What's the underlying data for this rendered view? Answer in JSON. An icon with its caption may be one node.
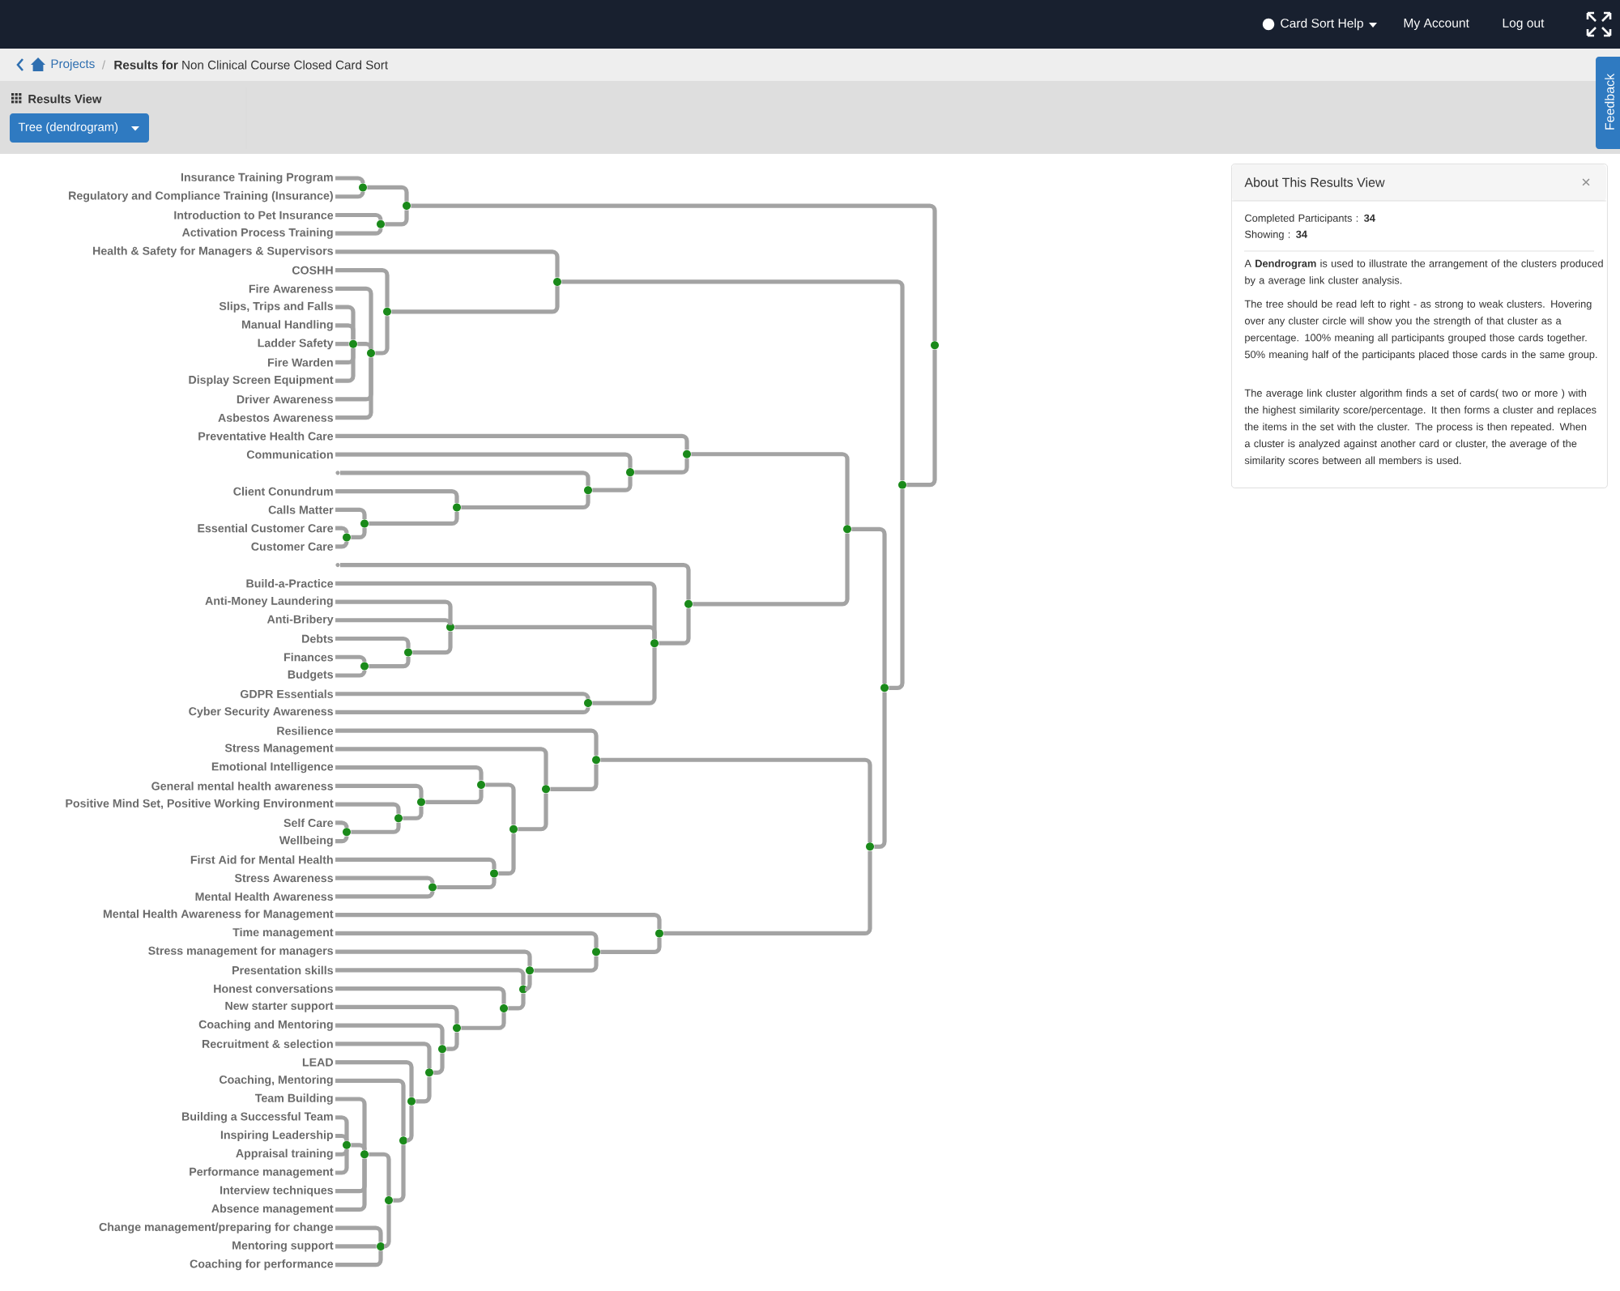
{
  "diagram": {
    "nodes": [
      {
        "text": [
          "Insurance Training Program"
        ]
      },
      {
        "text": [
          "Regulatory and Compliance Training (Insurance)"
        ]
      },
      {
        "text": [
          "Introduction to Pet Insurance"
        ]
      },
      {
        "text": [
          "Activation Process Training"
        ]
      },
      {
        "text": [
          "Health & Safety for Managers & Supervisors"
        ]
      },
      {
        "text": [
          "COSHH"
        ]
      },
      {
        "text": [
          "Fire Awareness"
        ]
      },
      {
        "text": [
          "Slips, Trips and Falls"
        ]
      },
      {
        "text": [
          "Manual Handling"
        ]
      },
      {
        "text": [
          "Ladder Safety"
        ]
      },
      {
        "text": [
          "Fire Warden"
        ]
      },
      {
        "text": [
          "Display Screen Equipment"
        ]
      },
      {
        "text": [
          "Driver Awareness"
        ]
      },
      {
        "text": [
          "Asbestos Awareness"
        ]
      },
      {
        "text": [
          "Preventative Health Care"
        ]
      },
      {
        "text": [
          "Communication"
        ]
      },
      {
        "text": [],
        "shape": "point"
      },
      {
        "text": [
          "Client Conundrum"
        ]
      },
      {
        "text": [
          "Calls Matter"
        ]
      },
      {
        "text": [
          "Essential Customer Care"
        ]
      },
      {
        "text": [
          "Customer Care"
        ]
      },
      {
        "text": [],
        "shape": "point"
      },
      {
        "text": [
          "Build-a-Practice"
        ]
      },
      {
        "text": [
          "Anti-Money Laundering"
        ]
      },
      {
        "text": [
          "Anti-Bribery"
        ]
      },
      {
        "text": [
          "Debts"
        ]
      },
      {
        "text": [
          "Finances"
        ]
      },
      {
        "text": [
          "Budgets"
        ]
      },
      {
        "text": [
          "GDPR Essentials"
        ]
      },
      {
        "text": [
          "Cyber Security Awareness"
        ]
      },
      {
        "text": [
          "Resilience"
        ]
      },
      {
        "text": [
          "Stress Management"
        ]
      },
      {
        "text": [
          "Emotional Intelligence"
        ]
      },
      {
        "text": [
          "General mental health awareness"
        ]
      },
      {
        "text": [
          "Positive Mind Set, Positive Working Environment"
        ]
      },
      {
        "text": [
          "Self Care"
        ]
      },
      {
        "text": [
          "Wellbeing"
        ]
      },
      {
        "text": [
          "First Aid for Mental Health"
        ]
      },
      {
        "text": [
          "Stress Awareness"
        ]
      },
      {
        "text": [
          "Mental Health Awareness"
        ]
      },
      {
        "text": [
          "Mental Health Awareness for Management"
        ]
      },
      {
        "text": [
          "Time management"
        ]
      },
      {
        "text": [
          "Stress management for managers"
        ]
      },
      {
        "text": [
          "Presentation skills"
        ]
      },
      {
        "text": [
          "Honest conversations"
        ]
      },
      {
        "text": [
          "New starter support"
        ]
      },
      {
        "text": [
          "Coaching and Mentoring"
        ]
      },
      {
        "text": [
          "Recruitment & selection"
        ]
      },
      {
        "text": [
          "LEAD"
        ]
      },
      {
        "text": [
          "Coaching, Mentoring"
        ]
      },
      {
        "text": [
          "Team Building"
        ]
      },
      {
        "text": [
          "Building a Successful Team"
        ]
      },
      {
        "text": [
          "Inspiring Leadership"
        ]
      },
      {
        "text": [
          "Appraisal training"
        ]
      },
      {
        "text": [
          "Performance management"
        ]
      },
      {
        "text": [
          "Interview techniques"
        ]
      },
      {
        "text": [
          "Absence management"
        ]
      },
      {
        "text": [
          "Change management/preparing for change"
        ]
      },
      {
        "text": [
          "Mentoring support"
        ]
      },
      {
        "text": [
          "Coaching for performance"
        ]
      },
      {
        "text": [],
        "shape": "circle"
      },
      {
        "text": [],
        "shape": "circle"
      },
      {
        "text": [],
        "shape": "circle"
      },
      {
        "text": [],
        "shape": "circle"
      },
      {
        "text": [],
        "shape": "circle"
      },
      {
        "text": [],
        "shape": "circle"
      },
      {
        "text": [],
        "shape": "circle"
      },
      {
        "text": [],
        "shape": "circle"
      },
      {
        "text": [],
        "shape": "circle"
      },
      {
        "text": [],
        "shape": "circle"
      },
      {
        "text": [],
        "shape": "circle"
      },
      {
        "text": [],
        "shape": "circle"
      },
      {
        "text": [],
        "shape": "circle"
      },
      {
        "text": [],
        "shape": "circle"
      },
      {
        "text": [],
        "shape": "circle"
      },
      {
        "text": [],
        "shape": "circle"
      },
      {
        "text": [],
        "shape": "circle"
      },
      {
        "text": [],
        "shape": "circle"
      },
      {
        "text": [],
        "shape": "circle"
      },
      {
        "text": [],
        "shape": "circle"
      },
      {
        "text": [],
        "shape": "circle"
      },
      {
        "text": [],
        "shape": "circle"
      },
      {
        "text": [],
        "shape": "circle"
      },
      {
        "text": [],
        "shape": "circle"
      },
      {
        "text": [],
        "shape": "circle"
      },
      {
        "text": [],
        "shape": "circle"
      },
      {
        "text": [],
        "shape": "circle"
      },
      {
        "text": [],
        "shape": "circle"
      },
      {
        "text": [],
        "shape": "circle"
      },
      {
        "text": [],
        "shape": "circle"
      },
      {
        "text": [],
        "shape": "circle"
      },
      {
        "text": [],
        "shape": "circle"
      },
      {
        "text": [],
        "shape": "circle"
      },
      {
        "text": [],
        "shape": "circle"
      },
      {
        "text": [],
        "shape": "circle"
      },
      {
        "text": [],
        "shape": "circle"
      },
      {
        "text": [],
        "shape": "circle"
      },
      {
        "text": [],
        "shape": "circle"
      },
      {
        "text": [],
        "shape": "circle"
      },
      {
        "text": [],
        "shape": "circle"
      },
      {
        "text": [],
        "shape": "circle"
      },
      {
        "text": [],
        "shape": "circle"
      },
      {
        "text": [],
        "shape": "circle"
      },
      {
        "text": [],
        "shape": "circle"
      },
      {
        "text": [],
        "shape": "circle"
      },
      {
        "text": [],
        "shape": "circle"
      },
      {
        "text": [],
        "shape": "circle"
      },
      {
        "text": [
          "About This Results View",
          "Completed Participants : **34**",
          "Showing : **34**",
          "A **Dendrogram** is used to illustrate the arrangement of the clusters produced by a average link cluster analysis.",
          "The tree should be read left to right - as strong to weak clusters. Hovering over any cluster circle will show you the strength of that cluster as a percentage. 100% meaning all participants grouped those cards together. 50% meaning half of the participants placed those cards in the same group.",
          "The average link cluster algorithm finds a set of cards( two or more ) with the highest similarity score/percentage. It then forms a cluster and replaces the items in the set with the cluster. The process is then repeated. When a cluster is analyzed against another card or cluster, the average of the similarity scores between all members is used."
        ]
      }
    ],
    "edges": [
      {
        "from": 0,
        "to": 60,
        "arrow": "none"
      },
      {
        "from": 1,
        "to": 60,
        "arrow": "none"
      },
      {
        "from": 2,
        "to": 62,
        "arrow": "none"
      },
      {
        "from": 3,
        "to": 62,
        "arrow": "none"
      },
      {
        "from": 60,
        "to": 61,
        "arrow": "none"
      },
      {
        "from": 62,
        "to": 61,
        "arrow": "none"
      },
      {
        "from": 7,
        "to": 65,
        "arrow": "none"
      },
      {
        "from": 8,
        "to": 65,
        "arrow": "none"
      },
      {
        "from": 9,
        "to": 65,
        "arrow": "none"
      },
      {
        "from": 10,
        "to": 65,
        "arrow": "none"
      },
      {
        "from": 11,
        "to": 65,
        "arrow": "none"
      },
      {
        "from": 6,
        "to": 67,
        "arrow": "none"
      },
      {
        "from": 65,
        "to": 67,
        "arrow": "none"
      },
      {
        "from": 12,
        "to": 67,
        "arrow": "none"
      },
      {
        "from": 13,
        "to": 67,
        "arrow": "none"
      },
      {
        "from": 5,
        "to": 64,
        "arrow": "none"
      },
      {
        "from": 67,
        "to": 64,
        "arrow": "none"
      },
      {
        "from": 4,
        "to": 63,
        "arrow": "none"
      },
      {
        "from": 64,
        "to": 63,
        "arrow": "none"
      },
      {
        "from": 61,
        "to": 66,
        "arrow": "none"
      },
      {
        "from": 70,
        "to": 66,
        "arrow": "none"
      },
      {
        "from": 63,
        "to": 70,
        "arrow": "none"
      },
      {
        "from": 81,
        "to": 70,
        "arrow": "none"
      },
      {
        "from": 74,
        "to": 81,
        "arrow": "none"
      },
      {
        "from": 90,
        "to": 81,
        "arrow": "none"
      },
      {
        "from": 68,
        "to": 74,
        "arrow": "none"
      },
      {
        "from": 76,
        "to": 74,
        "arrow": "none"
      },
      {
        "from": 83,
        "to": 90,
        "arrow": "none"
      },
      {
        "from": 93,
        "to": 90,
        "arrow": "none"
      },
      {
        "from": 14,
        "to": 68,
        "arrow": "none"
      },
      {
        "from": 69,
        "to": 68,
        "arrow": "none"
      },
      {
        "from": 15,
        "to": 69,
        "arrow": "none"
      },
      {
        "from": 71,
        "to": 69,
        "arrow": "none"
      },
      {
        "from": 16,
        "to": 71,
        "arrow": "none"
      },
      {
        "from": 72,
        "to": 71,
        "arrow": "none"
      },
      {
        "from": 17,
        "to": 72,
        "arrow": "none"
      },
      {
        "from": 73,
        "to": 72,
        "arrow": "none"
      },
      {
        "from": 18,
        "to": 73,
        "arrow": "none"
      },
      {
        "from": 75,
        "to": 73,
        "arrow": "none"
      },
      {
        "from": 19,
        "to": 75,
        "arrow": "none"
      },
      {
        "from": 20,
        "to": 75,
        "arrow": "none"
      },
      {
        "from": 21,
        "to": 76,
        "arrow": "none"
      },
      {
        "from": 78,
        "to": 76,
        "arrow": "none"
      },
      {
        "from": 22,
        "to": 78,
        "arrow": "none"
      },
      {
        "from": 77,
        "to": 78,
        "arrow": "none"
      },
      {
        "from": 82,
        "to": 78,
        "arrow": "none"
      },
      {
        "from": 23,
        "to": 77,
        "arrow": "none"
      },
      {
        "from": 24,
        "to": 77,
        "arrow": "none"
      },
      {
        "from": 79,
        "to": 77,
        "arrow": "none"
      },
      {
        "from": 25,
        "to": 79,
        "arrow": "none"
      },
      {
        "from": 80,
        "to": 79,
        "arrow": "none"
      },
      {
        "from": 26,
        "to": 80,
        "arrow": "none"
      },
      {
        "from": 27,
        "to": 80,
        "arrow": "none"
      },
      {
        "from": 28,
        "to": 82,
        "arrow": "none"
      },
      {
        "from": 29,
        "to": 82,
        "arrow": "none"
      },
      {
        "from": 30,
        "to": 83,
        "arrow": "none"
      },
      {
        "from": 85,
        "to": 83,
        "arrow": "none"
      },
      {
        "from": 31,
        "to": 85,
        "arrow": "none"
      },
      {
        "from": 88,
        "to": 85,
        "arrow": "none"
      },
      {
        "from": 84,
        "to": 88,
        "arrow": "none"
      },
      {
        "from": 91,
        "to": 88,
        "arrow": "none"
      },
      {
        "from": 32,
        "to": 84,
        "arrow": "none"
      },
      {
        "from": 86,
        "to": 84,
        "arrow": "none"
      },
      {
        "from": 33,
        "to": 86,
        "arrow": "none"
      },
      {
        "from": 87,
        "to": 86,
        "arrow": "none"
      },
      {
        "from": 34,
        "to": 87,
        "arrow": "none"
      },
      {
        "from": 89,
        "to": 87,
        "arrow": "none"
      },
      {
        "from": 35,
        "to": 89,
        "arrow": "none"
      },
      {
        "from": 36,
        "to": 89,
        "arrow": "none"
      },
      {
        "from": 37,
        "to": 91,
        "arrow": "none"
      },
      {
        "from": 92,
        "to": 91,
        "arrow": "none"
      },
      {
        "from": 38,
        "to": 92,
        "arrow": "none"
      },
      {
        "from": 39,
        "to": 92,
        "arrow": "none"
      },
      {
        "from": 40,
        "to": 93,
        "arrow": "none"
      },
      {
        "from": 94,
        "to": 93,
        "arrow": "none"
      },
      {
        "from": 41,
        "to": 94,
        "arrow": "none"
      },
      {
        "from": 95,
        "to": 94,
        "arrow": "none"
      },
      {
        "from": 42,
        "to": 95,
        "arrow": "none"
      },
      {
        "from": 96,
        "to": 95,
        "arrow": "none"
      },
      {
        "from": 43,
        "to": 96,
        "arrow": "none"
      },
      {
        "from": 97,
        "to": 96,
        "arrow": "none"
      },
      {
        "from": 44,
        "to": 97,
        "arrow": "none"
      },
      {
        "from": 98,
        "to": 97,
        "arrow": "none"
      },
      {
        "from": 45,
        "to": 98,
        "arrow": "none"
      },
      {
        "from": 99,
        "to": 98,
        "arrow": "none"
      },
      {
        "from": 46,
        "to": 99,
        "arrow": "none"
      },
      {
        "from": 100,
        "to": 99,
        "arrow": "none"
      },
      {
        "from": 47,
        "to": 100,
        "arrow": "none"
      },
      {
        "from": 101,
        "to": 100,
        "arrow": "none"
      },
      {
        "from": 48,
        "to": 101,
        "arrow": "none"
      },
      {
        "from": 102,
        "to": 101,
        "arrow": "none"
      },
      {
        "from": 49,
        "to": 102,
        "arrow": "none"
      },
      {
        "from": 105,
        "to": 102,
        "arrow": "none"
      },
      {
        "from": 104,
        "to": 105,
        "arrow": "none"
      },
      {
        "from": 106,
        "to": 105,
        "arrow": "none"
      },
      {
        "from": 50,
        "to": 104,
        "arrow": "none"
      },
      {
        "from": 103,
        "to": 104,
        "arrow": "none"
      },
      {
        "from": 55,
        "to": 104,
        "arrow": "none"
      },
      {
        "from": 56,
        "to": 104,
        "arrow": "none"
      },
      {
        "from": 51,
        "to": 103,
        "arrow": "none"
      },
      {
        "from": 52,
        "to": 103,
        "arrow": "none"
      },
      {
        "from": 53,
        "to": 103,
        "arrow": "none"
      },
      {
        "from": 54,
        "to": 103,
        "arrow": "none"
      },
      {
        "from": 57,
        "to": 106,
        "arrow": "none"
      },
      {
        "from": 58,
        "to": 106,
        "arrow": "none"
      },
      {
        "from": 59,
        "to": 106,
        "arrow": "none"
      }
    ],
    "labels": [
      "Card Sort Help",
      "My Account",
      "Log out",
      "Projects",
      "/",
      "**Results for** Non Clinical Course Closed Card Sort",
      "Results View",
      "Tree (dendrogram)",
      "Feedback",
      "×"
    ]
  }
}
